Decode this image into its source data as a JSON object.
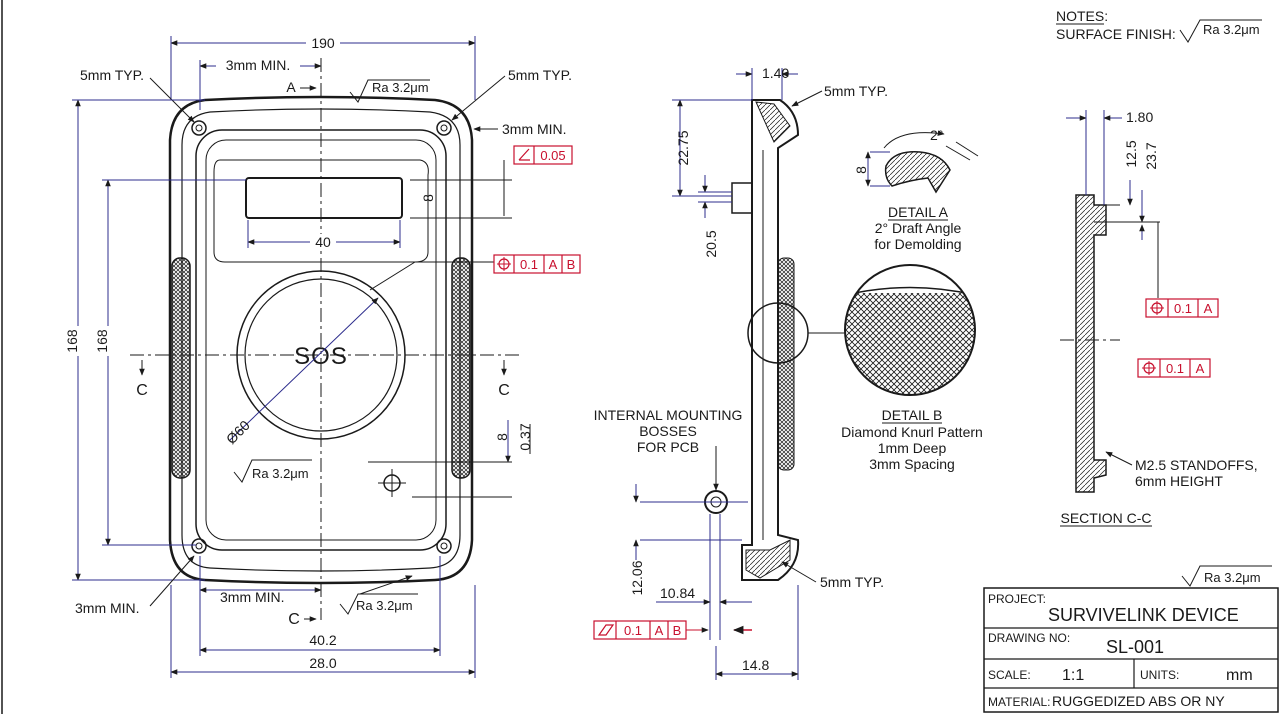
{
  "colors": {
    "ink": "#1a1a1a",
    "dimension": "#2c2c8c",
    "tolerance_frame": "#c8102e",
    "paper": "#ffffff"
  },
  "notes": {
    "title": "NOTES:",
    "surface_finish_label": "SURFACE FINISH:",
    "surface_finish_value": "Ra 3.2μm"
  },
  "front_view": {
    "overall_width": "190",
    "inner_width": "40.2",
    "bottom_width": "28.0",
    "overall_height": "168",
    "inner_height": "168",
    "min_top_left": "3mm MIN.",
    "min_top_right": "3mm MIN.",
    "min_bottom_left": "3mm MIN.",
    "min_bottom_center": "3mm MIN.",
    "typ_top_left": "5mm TYP.",
    "typ_top_right": "5mm TYP.",
    "section_a_top": "A",
    "section_c_left": "C",
    "section_c_right": "C",
    "section_c_bottom": "C",
    "finish_top": "Ra 3.2μm",
    "finish_mid": "Ra 3.2μm",
    "finish_bottom": "Ra 3.2μm",
    "display_width": "40",
    "display_height": "8",
    "angularity_value": "0.05",
    "position_value": "0.1",
    "datum_a": "A",
    "datum_b": "B",
    "sos_label": "SOS",
    "sos_diameter": "Ø60",
    "small_dim_8": "8",
    "small_dim_037": "0.37"
  },
  "side_view": {
    "top_thickness": "1.40",
    "top_typ": "5mm TYP.",
    "height_2275": "22.75",
    "boss_dim": "20.5",
    "boss_label_line1": "INTERNAL MOUNTING",
    "boss_label_line2": "BOSSES",
    "boss_label_line3": "FOR PCB",
    "dim_1206": "12.06",
    "dim_1084": "10.84",
    "bottom_typ": "5mm TYP.",
    "depth": "14.8",
    "flatness_value": "0.1",
    "datum_a": "A",
    "datum_b": "B"
  },
  "detail_a": {
    "title": "DETAIL A",
    "line1": "2° Draft Angle",
    "line2": "for Demolding",
    "angle": "2°",
    "dim": "8"
  },
  "detail_b": {
    "title": "DETAIL B",
    "line1": "Diamond Knurl Pattern",
    "line2": "1mm Deep",
    "line3": "3mm Spacing"
  },
  "section_cc": {
    "dim_180": "1.80",
    "dim_125": "12.5",
    "dim_237": "23.7",
    "position_value_1": "0.1",
    "datum_1": "A",
    "position_value_2": "0.1",
    "datum_2": "A",
    "standoff_line1": "M2.5 STANDOFFS,",
    "standoff_line2": "6mm HEIGHT",
    "title": "SECTION C-C"
  },
  "title_block": {
    "finish": "Ra 3.2μm",
    "project_label": "PROJECT:",
    "project_value": "SURVIVELINK DEVICE",
    "drawing_no_label": "DRAWING NO:",
    "drawing_no_value": "SL-001",
    "scale_label": "SCALE:",
    "scale_value": "1:1",
    "units_label": "UNITS:",
    "units_value": "mm",
    "material_label": "MATERIAL:",
    "material_value": "RUGGEDIZED ABS OR NY"
  }
}
